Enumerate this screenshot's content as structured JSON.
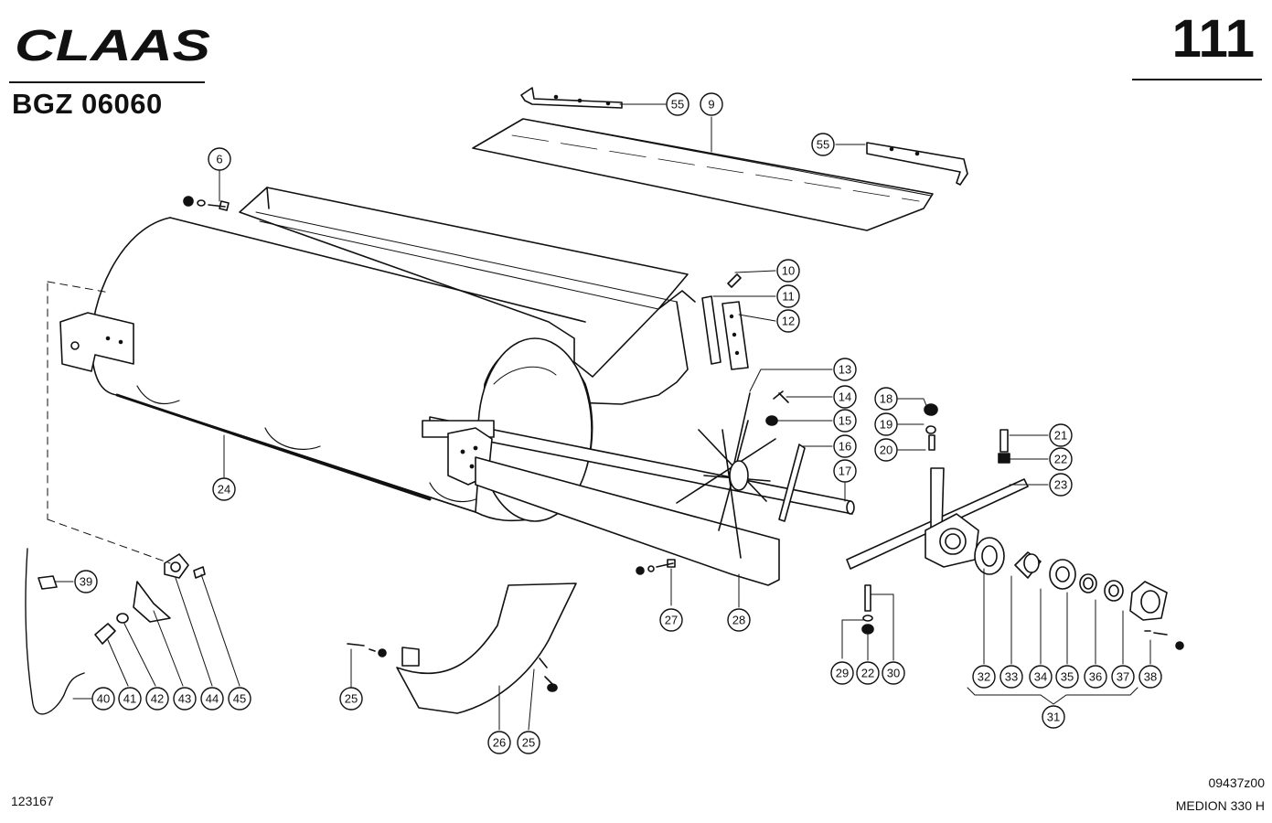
{
  "header": {
    "brand": "CLAAS",
    "doc_code": "BGZ 06060",
    "page_number": "111"
  },
  "footer": {
    "left_id": "123167",
    "drawing_no": "09437z00",
    "model": "MEDION 330 H"
  },
  "callouts": [
    {
      "id": "c55a",
      "label": "55"
    },
    {
      "id": "c9",
      "label": "9"
    },
    {
      "id": "c55b",
      "label": "55"
    },
    {
      "id": "c6",
      "label": "6"
    },
    {
      "id": "c10",
      "label": "10"
    },
    {
      "id": "c11",
      "label": "11"
    },
    {
      "id": "c12",
      "label": "12"
    },
    {
      "id": "c13",
      "label": "13"
    },
    {
      "id": "c14",
      "label": "14"
    },
    {
      "id": "c15",
      "label": "15"
    },
    {
      "id": "c16",
      "label": "16"
    },
    {
      "id": "c17",
      "label": "17"
    },
    {
      "id": "c18",
      "label": "18"
    },
    {
      "id": "c19",
      "label": "19"
    },
    {
      "id": "c20",
      "label": "20"
    },
    {
      "id": "c21",
      "label": "21"
    },
    {
      "id": "c22a",
      "label": "22"
    },
    {
      "id": "c23",
      "label": "23"
    },
    {
      "id": "c24",
      "label": "24"
    },
    {
      "id": "c27",
      "label": "27"
    },
    {
      "id": "c28",
      "label": "28"
    },
    {
      "id": "c29",
      "label": "29"
    },
    {
      "id": "c22b",
      "label": "22"
    },
    {
      "id": "c30",
      "label": "30"
    },
    {
      "id": "c32",
      "label": "32"
    },
    {
      "id": "c33",
      "label": "33"
    },
    {
      "id": "c34",
      "label": "34"
    },
    {
      "id": "c35",
      "label": "35"
    },
    {
      "id": "c36",
      "label": "36"
    },
    {
      "id": "c37",
      "label": "37"
    },
    {
      "id": "c38",
      "label": "38"
    },
    {
      "id": "c31",
      "label": "31"
    },
    {
      "id": "c39",
      "label": "39"
    },
    {
      "id": "c40",
      "label": "40"
    },
    {
      "id": "c41",
      "label": "41"
    },
    {
      "id": "c42",
      "label": "42"
    },
    {
      "id": "c43",
      "label": "43"
    },
    {
      "id": "c44",
      "label": "44"
    },
    {
      "id": "c45",
      "label": "45"
    },
    {
      "id": "c25a",
      "label": "25"
    },
    {
      "id": "c26",
      "label": "26"
    },
    {
      "id": "c25b",
      "label": "25"
    }
  ]
}
